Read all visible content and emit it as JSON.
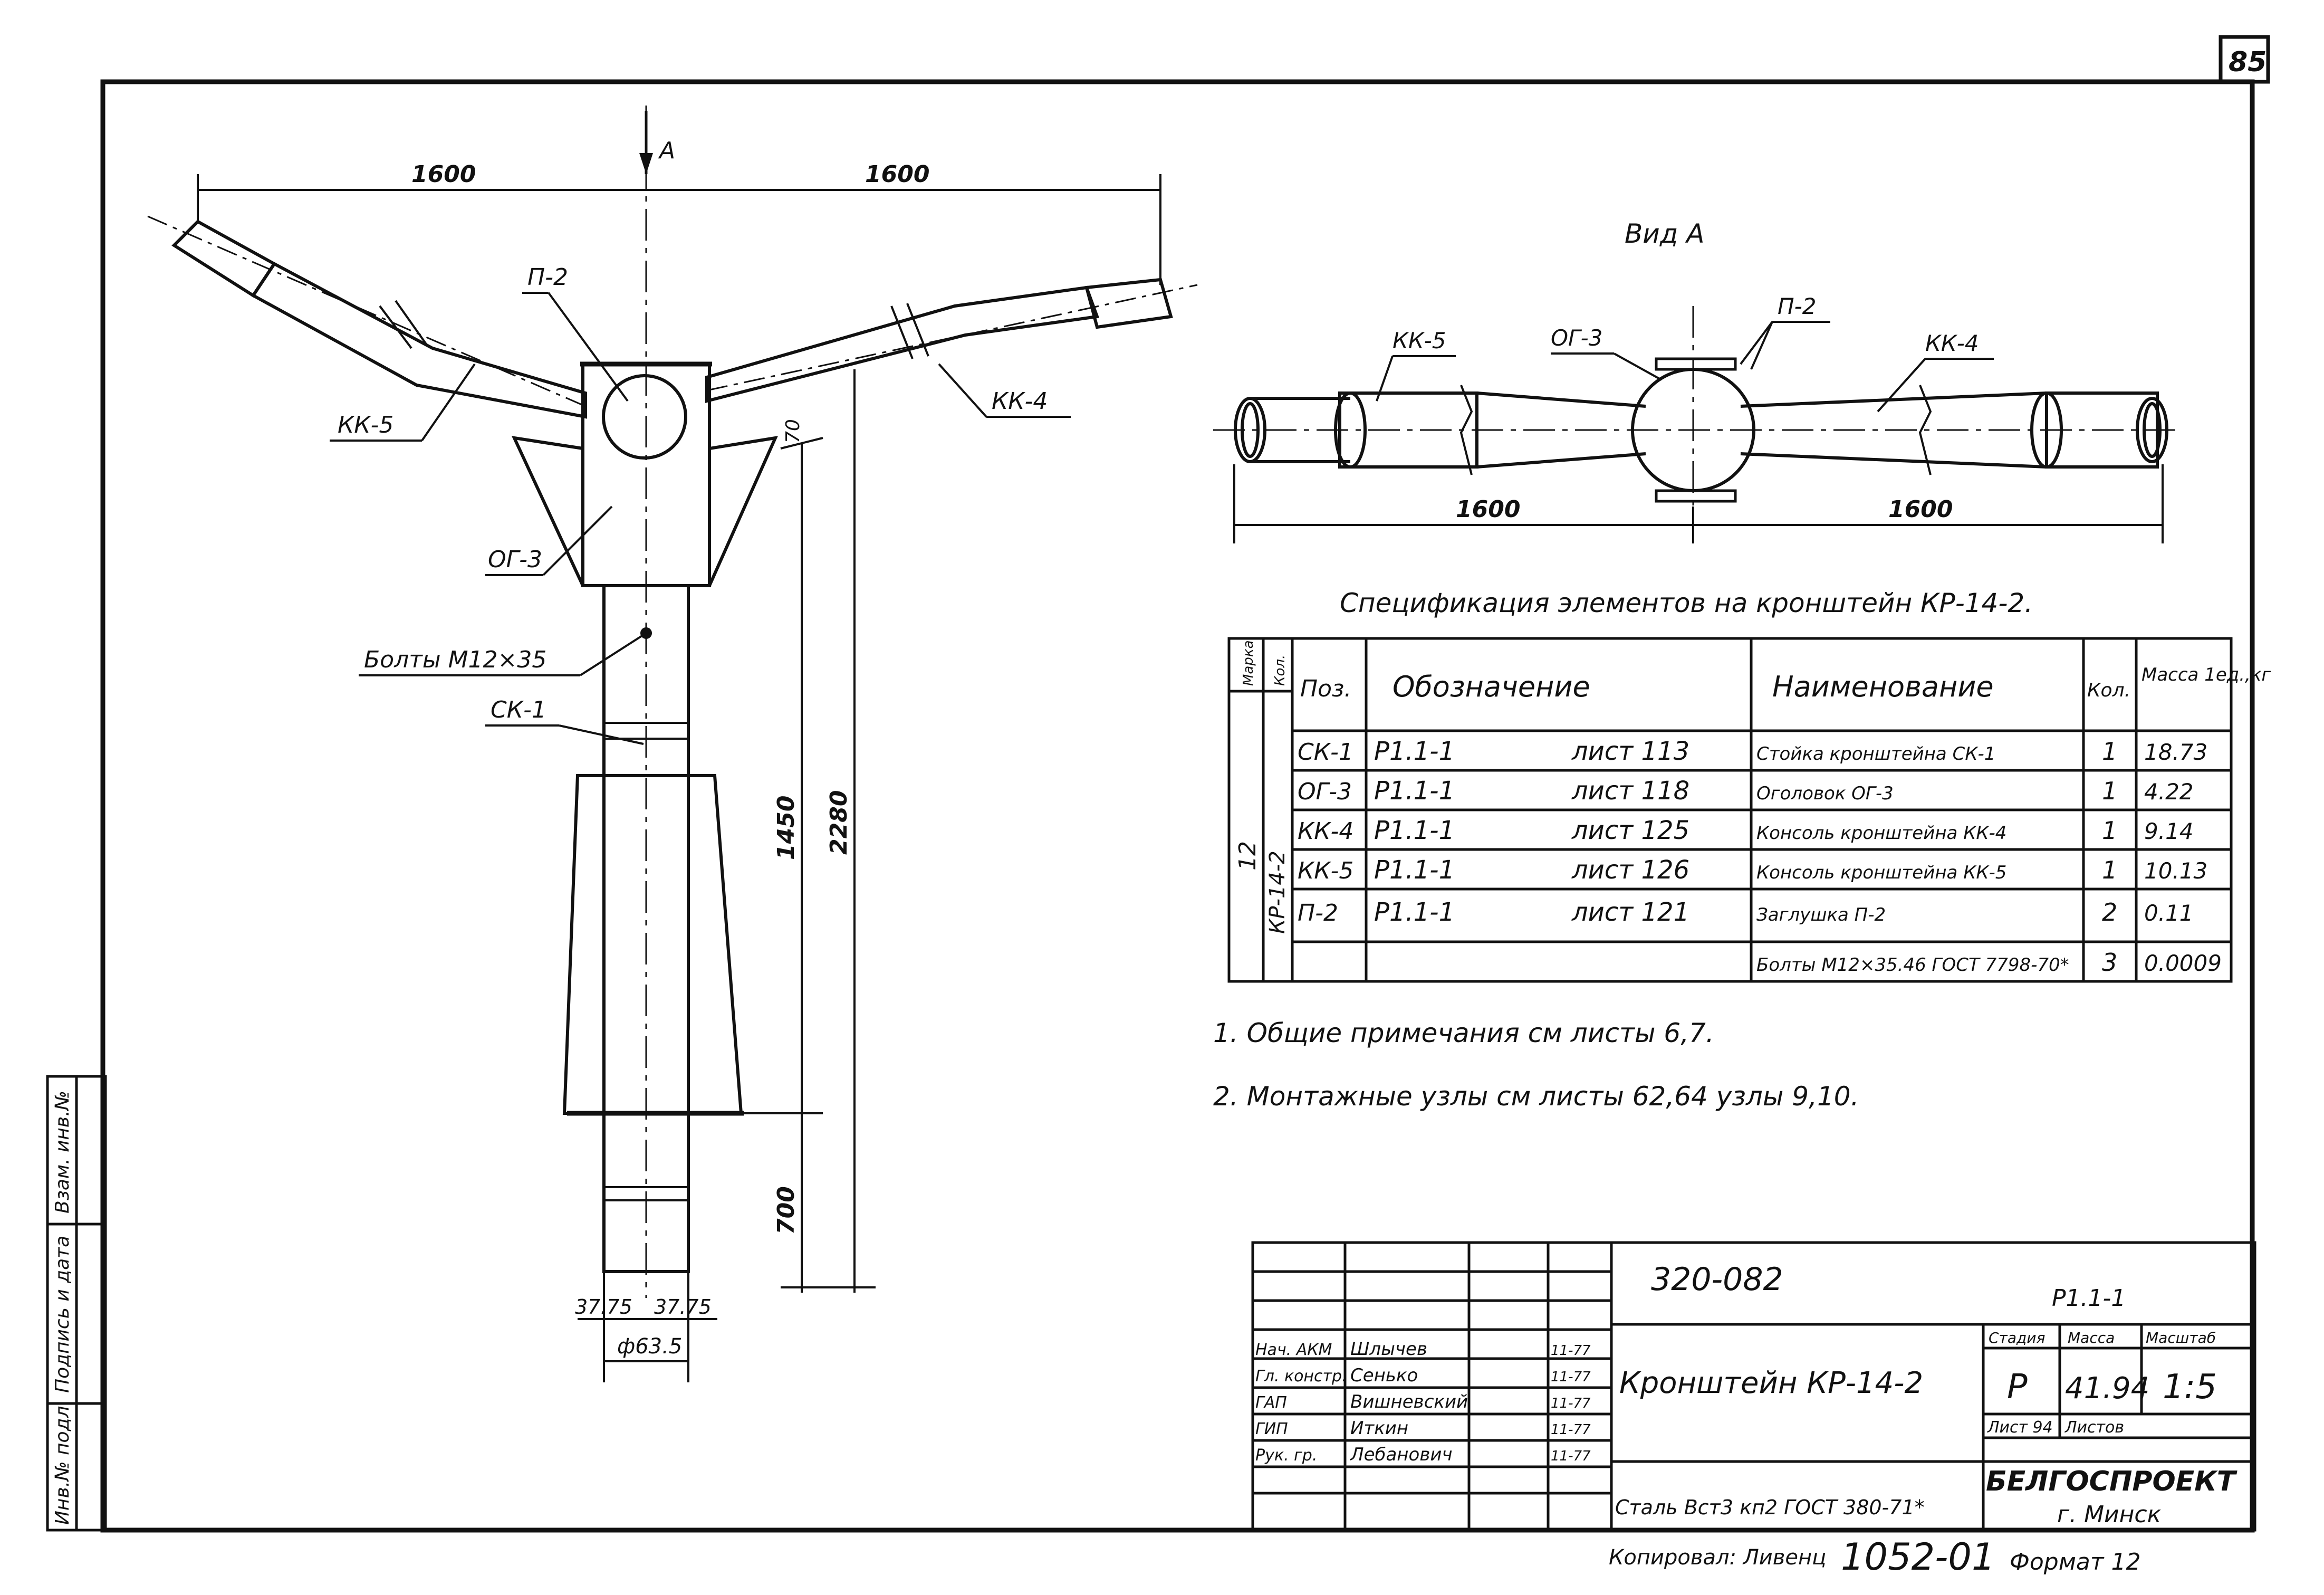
{
  "sheet": {
    "number": "85"
  },
  "main_view": {
    "dims": {
      "left": "1600",
      "right": "1600",
      "h1": "1450",
      "h2": "2280",
      "h3": "700",
      "d1": "37.75",
      "d2": "37.75",
      "dia": "ф63.5",
      "off": "70"
    },
    "labels": {
      "arrow_a": "А",
      "p2": "П-2",
      "kk5": "КК-5",
      "kk4": "КК-4",
      "og3": "ОГ-3",
      "bolts": "Болты М12×35",
      "sk1": "СК-1"
    }
  },
  "view_a": {
    "title": "Вид А",
    "labels": {
      "kk5": "КК-5",
      "og3": "ОГ-3",
      "p2": "П-2",
      "kk4": "КК-4"
    },
    "dims": {
      "left": "1600",
      "right": "1600"
    }
  },
  "spec": {
    "title": "Спецификация элементов на кронштейн КР-14-2.",
    "headers": {
      "mark": "Марка",
      "qty_col": "Кол.",
      "pos": "Поз.",
      "designation": "Обозначение",
      "name": "Наименование",
      "count": "Кол.",
      "mass": "Масса 1ед.,кг"
    },
    "group_qty": "12",
    "group_mark": "КР-14-2",
    "rows": [
      {
        "pos": "СК-1",
        "doc": "Р1.1-1",
        "sheet": "лист 113",
        "name": "Стойка кронштейна СК-1",
        "count": "1",
        "mass": "18.73"
      },
      {
        "pos": "ОГ-3",
        "doc": "Р1.1-1",
        "sheet": "лист 118",
        "name": "Оголовок ОГ-3",
        "count": "1",
        "mass": "4.22"
      },
      {
        "pos": "КК-4",
        "doc": "Р1.1-1",
        "sheet": "лист 125",
        "name": "Консоль кронштейна КК-4",
        "count": "1",
        "mass": "9.14"
      },
      {
        "pos": "КК-5",
        "doc": "Р1.1-1",
        "sheet": "лист 126",
        "name": "Консоль кронштейна КК-5",
        "count": "1",
        "mass": "10.13"
      },
      {
        "pos": "П-2",
        "doc": "Р1.1-1",
        "sheet": "лист 121",
        "name": "Заглушка П-2",
        "count": "2",
        "mass": "0.11"
      },
      {
        "pos": "",
        "doc": "",
        "sheet": "",
        "name": "Болты М12×35.46 ГОСТ 7798-70*",
        "count": "3",
        "mass": "0.0009"
      }
    ]
  },
  "notes": [
    "1. Общие примечания см листы 6,7.",
    "2. Монтажные узлы см листы 62,64 узлы 9,10."
  ],
  "title_block": {
    "code": "320-082",
    "doc": "Р1.1-1",
    "title": "Кронштейн КР-14-2",
    "material": "Сталь Вст3 кп2 ГОСТ 380-71*",
    "stage_h": "Стадия",
    "mass_h": "Масса",
    "scale_h": "Масштаб",
    "stage": "Р",
    "mass": "41.94",
    "scale": "1:5",
    "sheet_lbl": "Лист 94",
    "sheets_lbl": "Листов",
    "org": "БЕЛГОСПРОЕКТ",
    "city": "г. Минск",
    "people": [
      {
        "role": "Нач. АКМ",
        "name": "Шлычев",
        "date": "11-77"
      },
      {
        "role": "Гл. констр.",
        "name": "Сенько",
        "date": "11-77"
      },
      {
        "role": "ГАП",
        "name": "Вишневский",
        "date": "11-77"
      },
      {
        "role": "ГИП",
        "name": "Иткин",
        "date": "11-77"
      },
      {
        "role": "Рук. гр.",
        "name": "Лебанович",
        "date": "11-77"
      }
    ]
  },
  "side_stamp": [
    "Инв.№ подл.",
    "Подпись и дата",
    "Взам. инв.№"
  ],
  "footer": {
    "copied": "Копировал: Ливенц",
    "num": "1052-01",
    "format": "Формат 12"
  }
}
